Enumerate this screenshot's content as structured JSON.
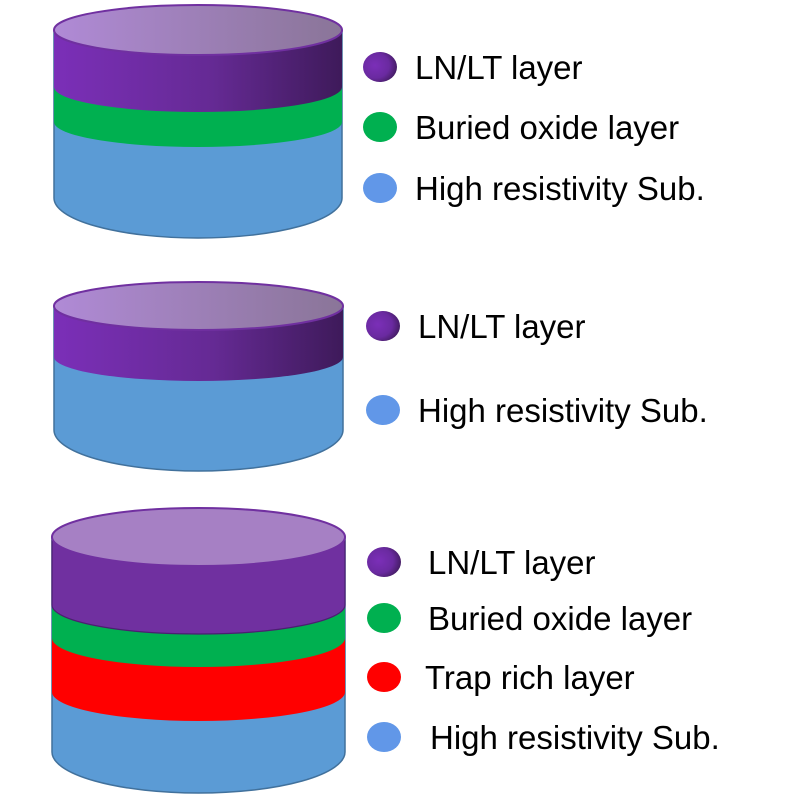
{
  "colors": {
    "ln_lt_top_light": "#b08ad6",
    "ln_lt_top_dark": "#8a7598",
    "ln_lt_side_light": "#7b2fb8",
    "ln_lt_side_dark": "#3e1a5a",
    "ln_lt_flat": "#7030a0",
    "ln_lt_flat_top": "#a680c4",
    "buried_oxide": "#00b050",
    "trap_rich": "#ff0000",
    "substrate": "#5b9bd5",
    "substrate_outline": "#41719c",
    "legend_substrate": "#6197e8"
  },
  "stacks": [
    {
      "name": "stack-1",
      "style": "gradient",
      "layers": [
        "ln_lt",
        "buried_oxide",
        "substrate"
      ],
      "legend": [
        {
          "key": "ln_lt",
          "label": "LN/LT layer"
        },
        {
          "key": "buried_oxide",
          "label": "Buried oxide layer"
        },
        {
          "key": "substrate",
          "label": "High resistivity Sub."
        }
      ]
    },
    {
      "name": "stack-2",
      "style": "gradient",
      "layers": [
        "ln_lt",
        "substrate"
      ],
      "legend": [
        {
          "key": "ln_lt",
          "label": "LN/LT layer"
        },
        {
          "key": "substrate",
          "label": "High resistivity Sub."
        }
      ]
    },
    {
      "name": "stack-3",
      "style": "flat",
      "layers": [
        "ln_lt",
        "buried_oxide",
        "trap_rich",
        "substrate"
      ],
      "legend": [
        {
          "key": "ln_lt",
          "label": "LN/LT layer"
        },
        {
          "key": "buried_oxide",
          "label": "Buried oxide layer"
        },
        {
          "key": "trap_rich",
          "label": "Trap rich layer"
        },
        {
          "key": "substrate",
          "label": "High resistivity Sub."
        }
      ]
    }
  ]
}
